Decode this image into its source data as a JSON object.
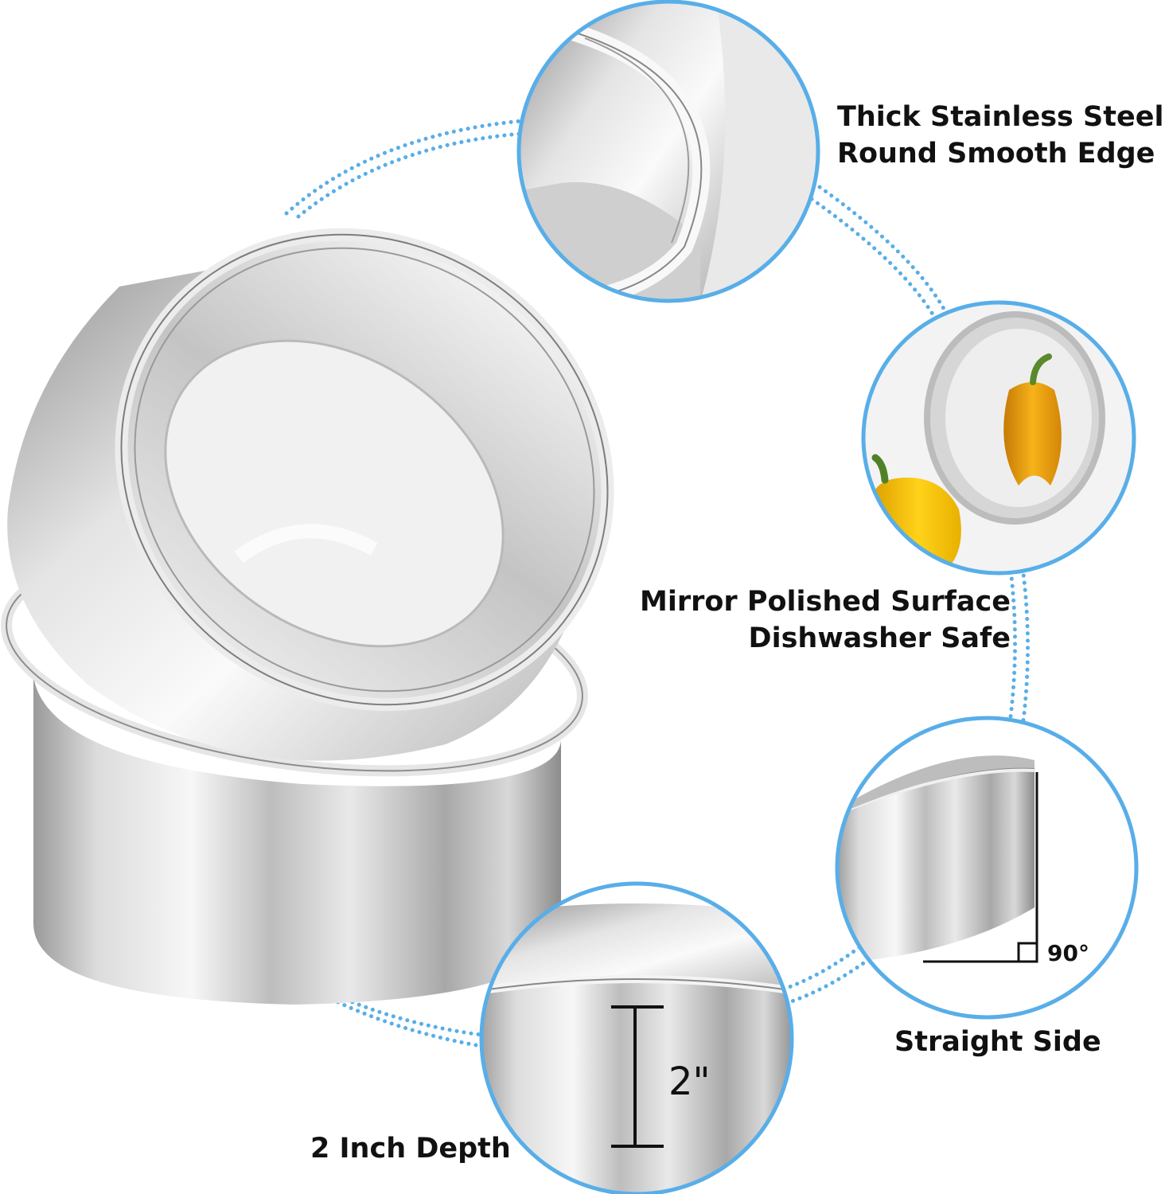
{
  "features": {
    "edge": {
      "line1": "Thick Stainless Steel",
      "line2": "Round Smooth Edge"
    },
    "mirror": {
      "line1": "Mirror Polished Surface",
      "line2": "Dishwasher Safe"
    },
    "side": {
      "label": "Straight Side",
      "angle": "90°"
    },
    "depth": {
      "label": "2 Inch Depth",
      "measure": "2\""
    }
  },
  "colors": {
    "accent": "#58aee8",
    "steel_light": "#f4f4f4",
    "steel_mid": "#c9c9c9",
    "steel_dark": "#8f8f8f",
    "pepper_orange": "#f2a20a",
    "pepper_yellow": "#f6c400",
    "stem_green": "#5a8a2a"
  }
}
